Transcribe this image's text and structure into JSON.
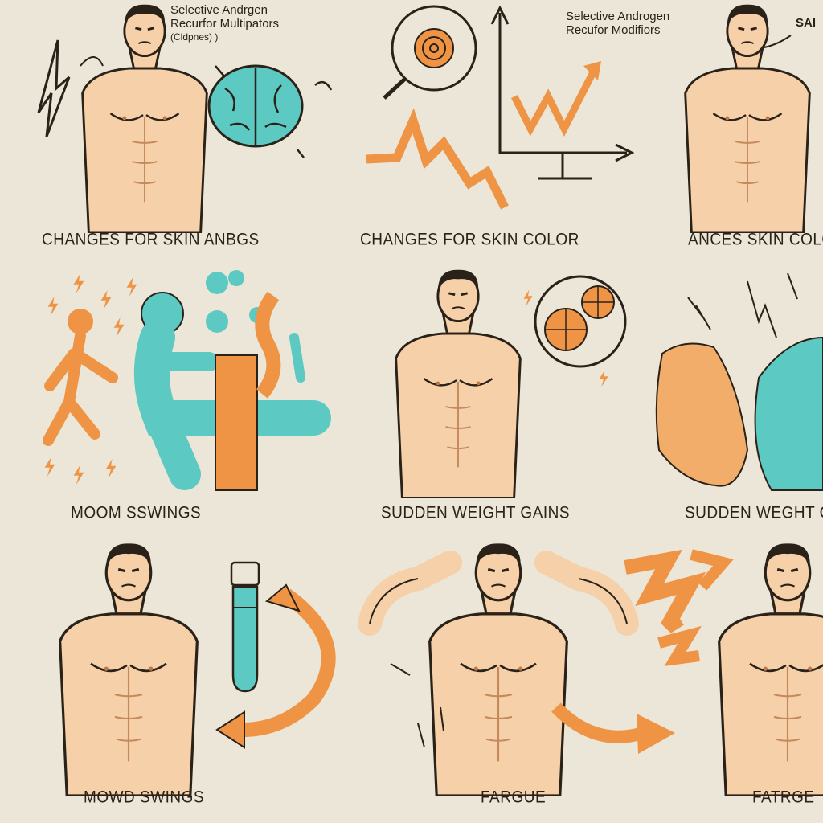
{
  "colors": {
    "background": "#ebe6d7",
    "skin": "#f6d0a9",
    "skin_shade": "#e8ad7c",
    "orange": "#ef9444",
    "teal": "#5cc9c2",
    "ink": "#2a2218"
  },
  "top_left_note": {
    "line1": "Selective Andrgen",
    "line2": "Recurfor Multipators",
    "line3": "(Cldpnes) )"
  },
  "top_mid_note": {
    "line1": "Selective Androgen",
    "line2": "Recufor Modifiors"
  },
  "top_right_note": "SAI",
  "captions": {
    "r1c1": "CHANGES FOR SKIN ANBGS",
    "r1c2": "CHANGES FOR SKIN COLOR",
    "r1c3": "ANCES SKIN COLO",
    "r2c1": "MOOM SSWINGS",
    "r2c2": "SUDDEN WEIGHT GAINS",
    "r2c3": "SUDDEN WEGHT GA",
    "r3c1": "MOWD SWINGS",
    "r3c2": "FARGUE",
    "r3c3": "FATRGE"
  },
  "icons": {
    "lightning": "lightning-icon",
    "brain": "brain-icon",
    "magnifier": "magnifier-icon",
    "trend_chart": "trend-chart-icon",
    "test_tube": "test-tube-icon",
    "curved_arrow": "curved-arrow-icon",
    "food_plate": "food-plate-icon"
  }
}
